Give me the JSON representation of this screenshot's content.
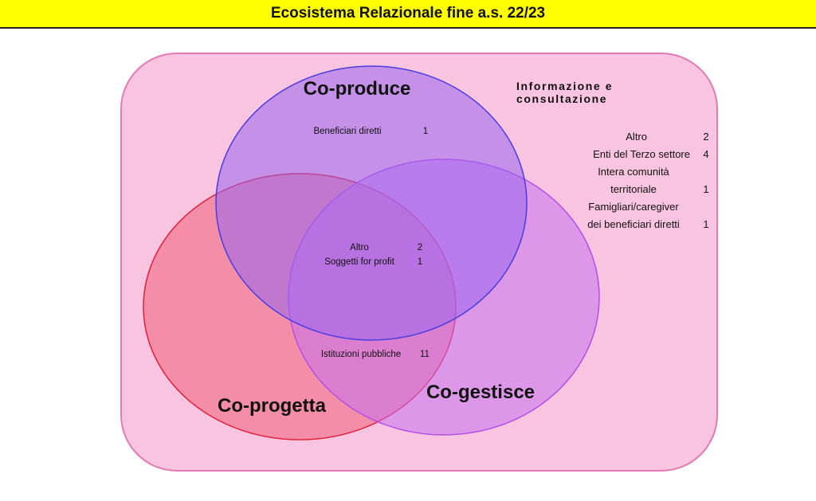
{
  "title": "Ecosistema Relazionale fine a.s. 22/23",
  "info_group": {
    "title_line1": "Informazione e",
    "title_line2": "consultazione",
    "items": [
      {
        "line1": "Altro",
        "line2": "",
        "count": "2"
      },
      {
        "line1": "Enti del Terzo settore",
        "line2": "",
        "count": "4"
      },
      {
        "line1": "Intera comunità",
        "line2": "territoriale",
        "count": "1"
      },
      {
        "line1": "Famigliari/caregiver",
        "line2": "dei beneficiari diretti",
        "count": "1"
      }
    ]
  },
  "circles": {
    "produce": {
      "label": "Co-produce",
      "color": "#9966ee"
    },
    "progetta": {
      "label": "Co-progetta",
      "color": "#f0607a"
    },
    "gestisce": {
      "label": "Co-gestisce",
      "color": "#cc77ee"
    }
  },
  "regions": {
    "produce_only": [
      {
        "label": "Beneficiari diretti",
        "count": "1"
      }
    ],
    "center": [
      {
        "label": "Altro",
        "count": "2"
      },
      {
        "label": "Soggetti for profit",
        "count": "1"
      }
    ],
    "progetta_gestisce": [
      {
        "label": "Istituzioni pubbliche",
        "count": "11"
      }
    ]
  },
  "colors": {
    "outer_fill": "#f8c4df",
    "outer_stroke": "#e27bb5",
    "title_bar": "#ffff00"
  }
}
